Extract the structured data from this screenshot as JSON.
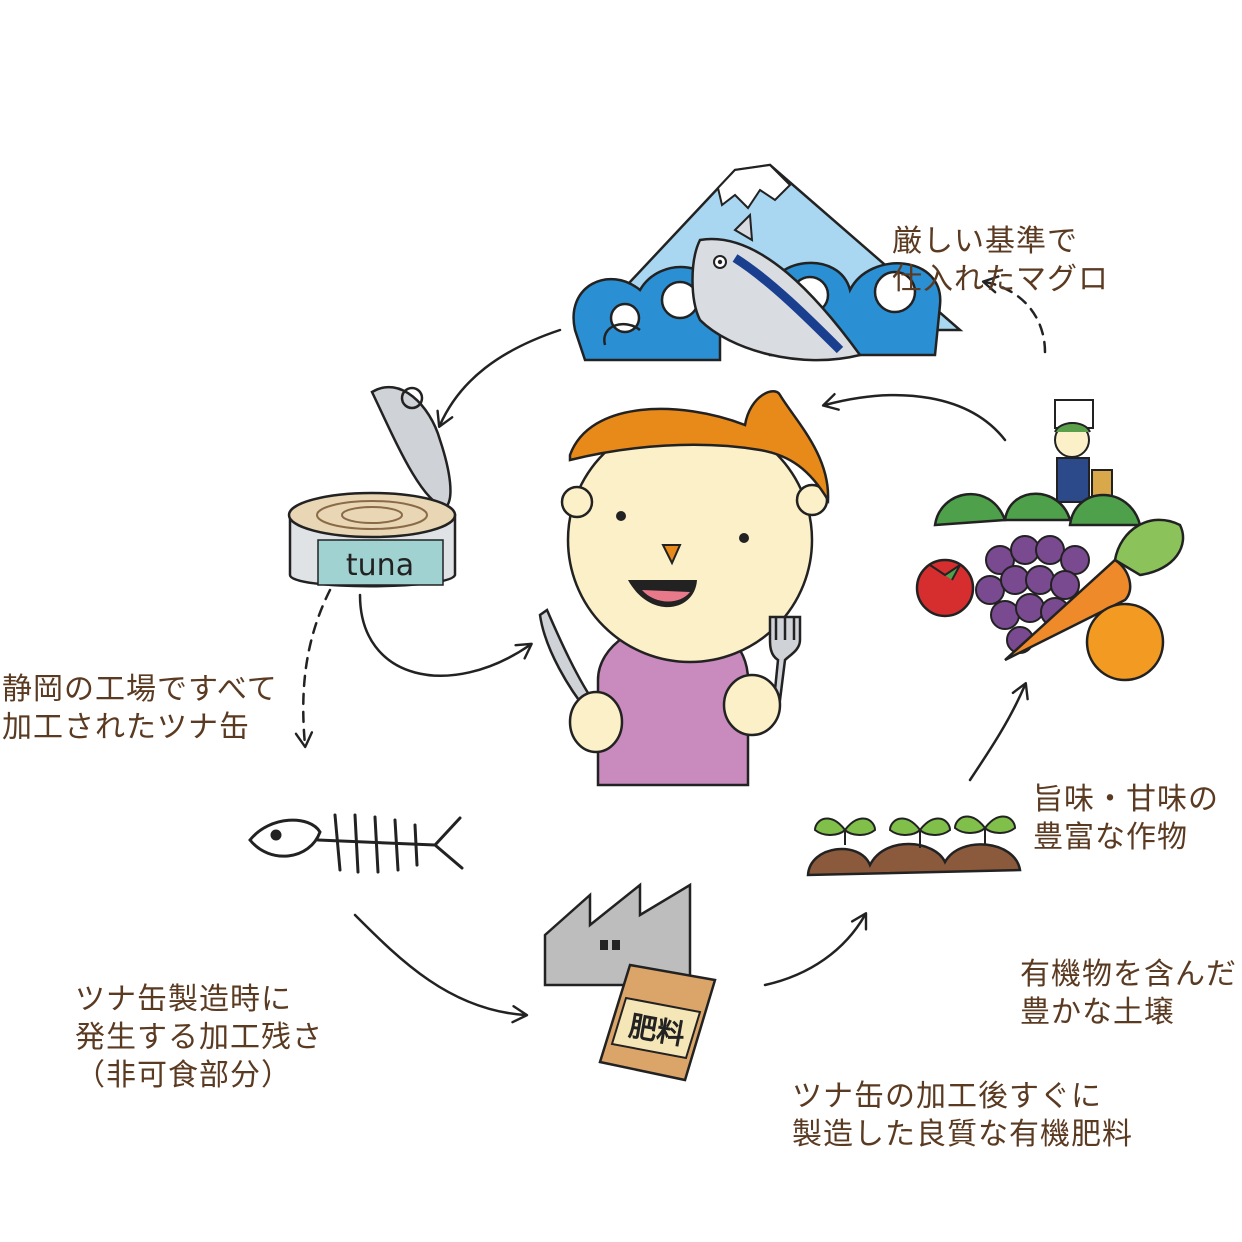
{
  "captions": {
    "tuna_fish": [
      "厳しい基準で",
      "仕入れたマグロ"
    ],
    "canned_tuna": [
      "静岡の工場ですべて",
      "加工されたツナ缶"
    ],
    "crops": [
      "旨味・甘味の",
      "豊富な作物"
    ],
    "scraps": [
      "ツナ缶製造時に",
      "発生する加工残さ",
      "（非可食部分）"
    ],
    "soil": [
      "有機物を含んだ",
      "豊かな土壌"
    ],
    "fertilizer": [
      "ツナ缶の加工後すぐに",
      "製造した良質な有機肥料"
    ]
  },
  "can_label": "tuna",
  "bag_label": "肥料",
  "colors": {
    "text": "#5b3a22",
    "wave": "#2b8fd3",
    "sky": "#a9d6f0",
    "hair": "#e88a1a",
    "shirt": "#c98bbd",
    "skin": "#fbf0c8"
  }
}
